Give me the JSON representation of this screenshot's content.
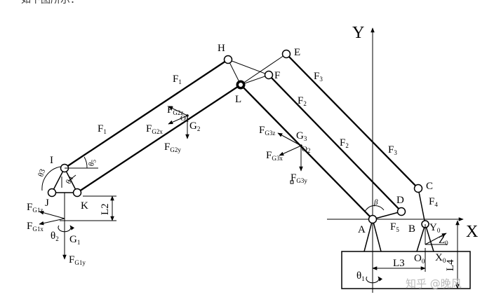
{
  "header_text": "如下图所示：",
  "axes": {
    "y": "Y",
    "x": "X"
  },
  "joints": {
    "H": "H",
    "E": "E",
    "F": "F",
    "L": "L",
    "I": "I",
    "J": "J",
    "K": "K",
    "D": "D",
    "C": "C",
    "A": "A",
    "B": "B",
    "O0": "O",
    "G2": "G",
    "G3": "G"
  },
  "joint_subs": {
    "O0": "0",
    "G2": "2",
    "G3": "3"
  },
  "links": {
    "F1_top": "F",
    "F1_top_sub": "1",
    "F1_bot": "F",
    "F1_bot_sub": "1",
    "F3_top": "F",
    "F3_top_sub": "3",
    "F3_bot": "F",
    "F3_bot_sub": "3",
    "F2_top": "F",
    "F2_top_sub": "2",
    "F2_bot": "F",
    "F2_bot_sub": "2",
    "F4": "F",
    "F4_sub": "4",
    "F5": "F",
    "F5_sub": "5"
  },
  "forces": {
    "FG2z": "F",
    "FG2z_sub": "G2z",
    "FG2x": "F",
    "FG2x_sub": "G2x",
    "FG2y": "F",
    "FG2y_sub": "G2y",
    "O1": "O",
    "O1_sub": "1",
    "FG3z": "F",
    "FG3z_sub": "G3z",
    "FG3x": "F",
    "FG3x_sub": "G3x",
    "FG3y": "F",
    "FG3y_sub": "G3y",
    "O2": "O",
    "O2_sub": "2",
    "FG1z": "F",
    "FG1z_sub": "G1z",
    "FG1x": "F",
    "FG1x_sub": "G1x",
    "FG1y": "F",
    "FG1y_sub": "G1y",
    "G1": "G",
    "G1_sub": "1"
  },
  "angles": {
    "theta2": "θ",
    "theta2_sub": "2",
    "theta1": "θ",
    "theta1_sub": "1",
    "theta3": "θ3",
    "theta4": "θ4",
    "theta5": "θ",
    "theta5_sub": "5",
    "beta": "β"
  },
  "dims": {
    "L2": "L2",
    "L3": "L3",
    "L4": "L4"
  },
  "base_frame": {
    "Y0": "Y",
    "Y0_sub": "0",
    "Z0": "Z",
    "Z0_sub": "0",
    "X0": "X",
    "X0_sub": "0"
  },
  "watermark": "知乎 @晚风"
}
